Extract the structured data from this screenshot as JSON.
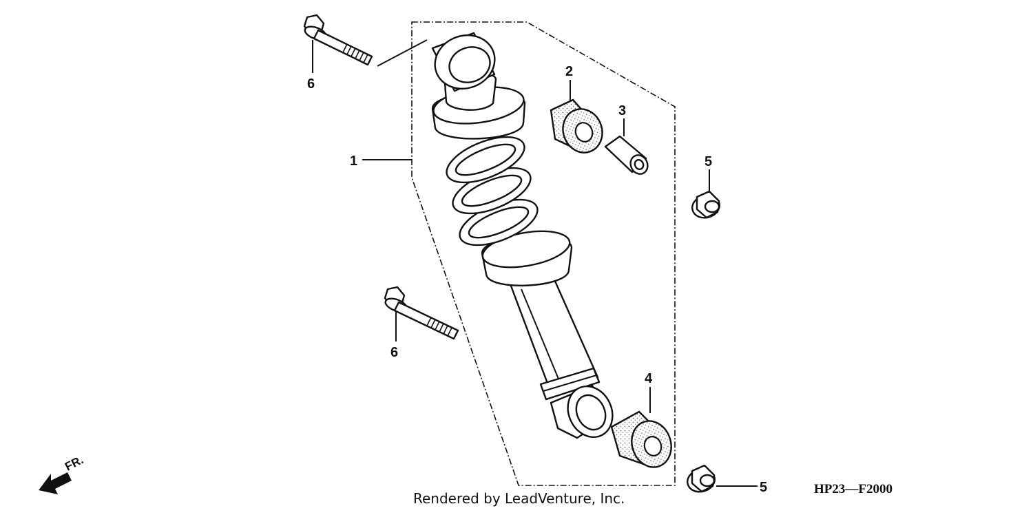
{
  "callouts": [
    {
      "id": "1",
      "label": "1"
    },
    {
      "id": "2",
      "label": "2"
    },
    {
      "id": "3",
      "label": "3"
    },
    {
      "id": "4",
      "label": "4"
    },
    {
      "id": "5a",
      "label": "5"
    },
    {
      "id": "5b",
      "label": "5"
    },
    {
      "id": "6a",
      "label": "6"
    },
    {
      "id": "6b",
      "label": "6"
    }
  ],
  "direction_label": "FR.",
  "diagram_code": "HP23—F2000",
  "credit": "Rendered by LeadVenture, Inc.",
  "icons": [
    "shock-absorber-icon",
    "bushing-icon",
    "collar-icon",
    "flange-nut-icon",
    "flange-bolt-icon",
    "front-arrow-icon"
  ],
  "colors": {
    "ink": "#111111",
    "background": "#ffffff"
  }
}
